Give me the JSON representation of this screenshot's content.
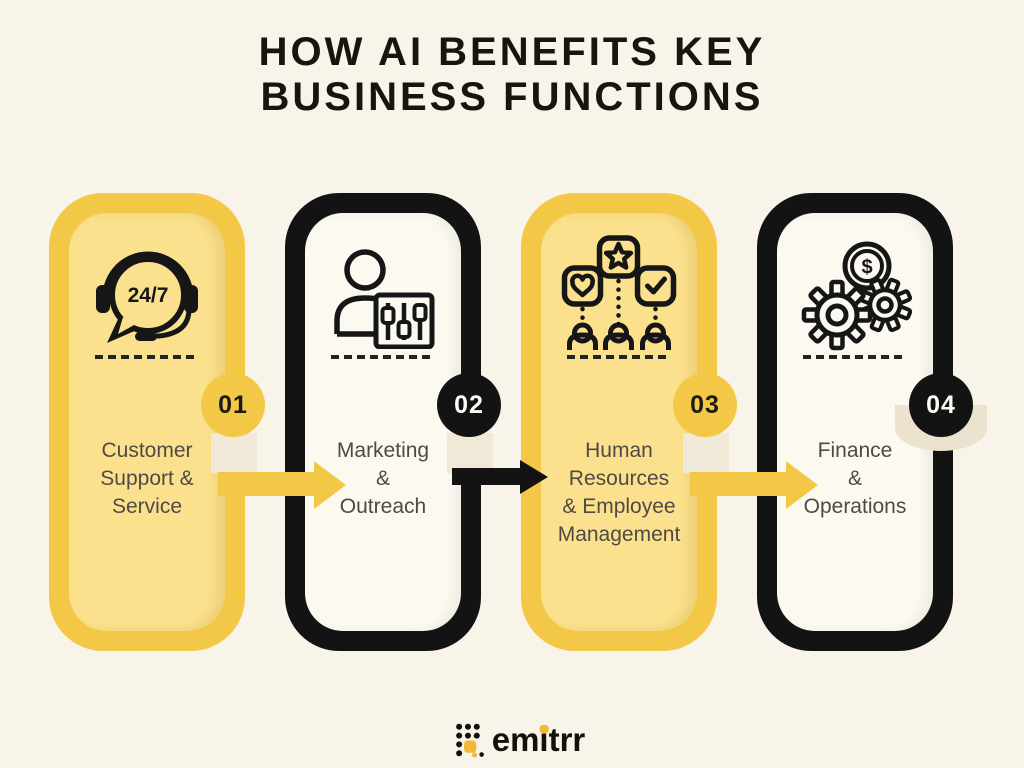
{
  "title": {
    "line1": "HOW AI BENEFITS KEY",
    "line2": "BUSINESS FUNCTIONS"
  },
  "steps": [
    {
      "number": "01",
      "style": "yellow",
      "icon": "headset-24-7-icon",
      "icon_text": "24/7",
      "label_lines": [
        "Customer",
        "Support &",
        "Service"
      ]
    },
    {
      "number": "02",
      "style": "dark",
      "icon": "marketing-audience-sliders-icon",
      "label_lines": [
        "Marketing",
        "&",
        "Outreach"
      ]
    },
    {
      "number": "03",
      "style": "yellow",
      "icon": "hr-people-ratings-icon",
      "label_lines": [
        "Human",
        "Resources",
        "& Employee",
        "Management"
      ]
    },
    {
      "number": "04",
      "style": "dark",
      "icon": "finance-coin-gears-icon",
      "icon_text": "$",
      "label_lines": [
        "Finance",
        "&",
        "Operations"
      ]
    }
  ],
  "connectors": [
    {
      "from": "01",
      "to": "02",
      "color": "#f4c847"
    },
    {
      "from": "02",
      "to": "03",
      "color": "#131313"
    },
    {
      "from": "03",
      "to": "04",
      "color": "#f4c847"
    }
  ],
  "logo": {
    "text": "emitrr",
    "text_parts": [
      "em",
      "i",
      "trr"
    ]
  },
  "colors": {
    "background": "#f8f4ea",
    "yellow": "#f4c847",
    "light_yellow": "#fbe18d",
    "black": "#131313",
    "card_cream": "#fcf9f1",
    "notch_cream": "#f0e9d8",
    "halo_beige": "#ebe2cf",
    "label_gray": "#4f4b44",
    "logo_yellow": "#f2b836"
  }
}
